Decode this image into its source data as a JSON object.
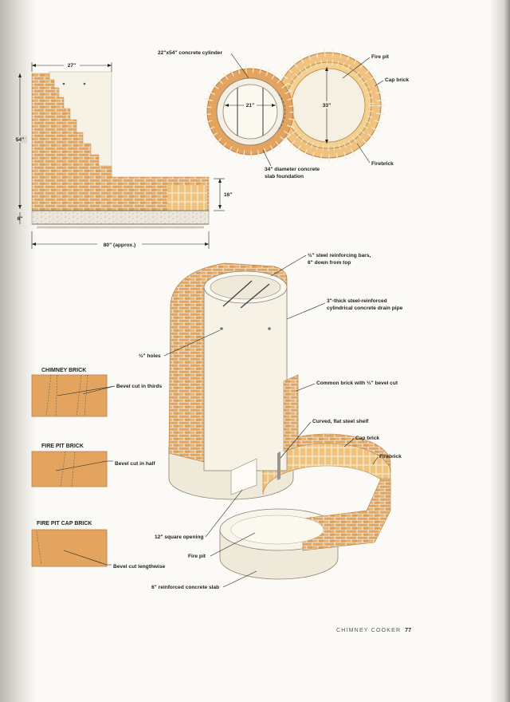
{
  "elevation": {
    "width_dim": "27\"",
    "height_dim": "54\"",
    "wall_dim": "16\"",
    "slab_dim": "6\"",
    "length_dim": "80\" (approx.)"
  },
  "plan": {
    "cylinder_label": "22\"x54\" concrete cylinder",
    "fire_pit_label": "Fire pit",
    "cap_brick_label": "Cap brick",
    "firebrick_label": "Firebrick",
    "slab_label_line1": "34\" diameter concrete",
    "slab_label_line2": "slab foundation",
    "inner_dim": "21\"",
    "pit_dim": "33\""
  },
  "perspective": {
    "bars_line1": "½\" steel reinforcing bars,",
    "bars_line2": "6\" down from top",
    "pipe_line1": "3\"-thick steel-reinforced",
    "pipe_line2": "cylindrical concrete drain pipe",
    "holes_label": "½\" holes",
    "common_brick_label": "Common brick with ⅓\" bevel cut",
    "shelf_label": "Curved, flat steel shelf",
    "cap_brick_label": "Cap brick",
    "firebrick_label": "Firebrick",
    "opening_label": "12\" square opening",
    "fire_pit_label": "Fire pit",
    "slab_label": "6\" reinforced concrete slab"
  },
  "bricks": {
    "chimney_title": "CHIMNEY BRICK",
    "chimney_note": "Bevel cut in thirds",
    "firepit_title": "FIRE PIT BRICK",
    "firepit_note": "Bevel cut in half",
    "cap_title": "FIRE PIT CAP BRICK",
    "cap_note": "Bevel cut lengthwise"
  },
  "footer": {
    "section": "CHIMNEY COOKER",
    "page": "77"
  },
  "colors": {
    "brick": "#e2a45f",
    "brick_light": "#efc27f",
    "mortar": "#f3ead8",
    "concrete": "#f4efe2",
    "firebrick": "#f2d08f"
  }
}
